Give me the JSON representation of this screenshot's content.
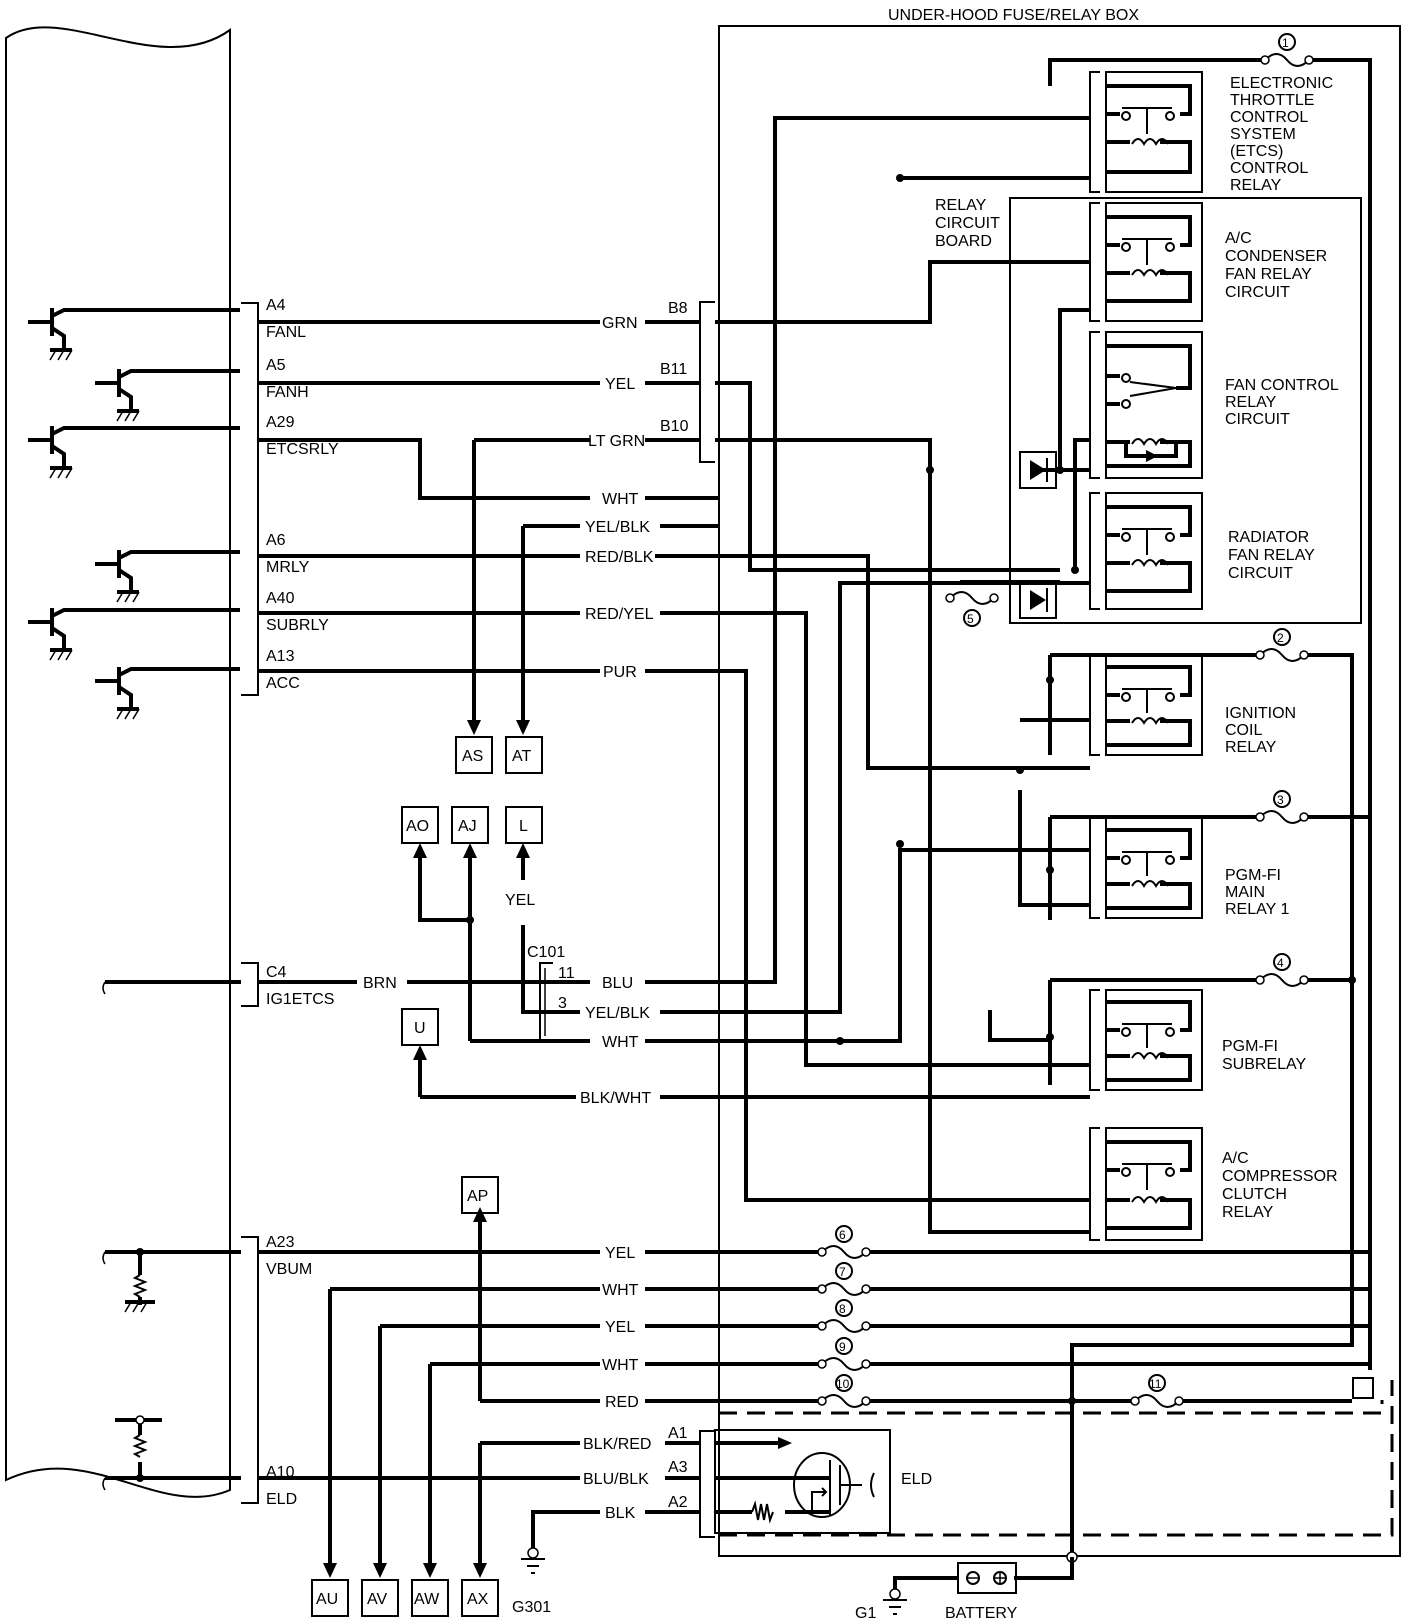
{
  "title": "UNDER-HOOD FUSE/RELAY BOX",
  "relay_circuit_board": [
    "RELAY",
    "CIRCUIT",
    "BOARD"
  ],
  "relays": [
    {
      "name": "etcs-control-relay",
      "lines": [
        "ELECTRONIC",
        "THROTTLE",
        "CONTROL",
        "SYSTEM",
        "(ETCS)",
        "CONTROL",
        "RELAY"
      ]
    },
    {
      "name": "ac-condenser-fan-relay",
      "lines": [
        "A/C",
        "CONDENSER",
        "FAN RELAY",
        "CIRCUIT"
      ]
    },
    {
      "name": "fan-control-relay",
      "lines": [
        "FAN CONTROL",
        "RELAY",
        "CIRCUIT"
      ]
    },
    {
      "name": "radiator-fan-relay",
      "lines": [
        "RADIATOR",
        "FAN RELAY",
        "CIRCUIT"
      ]
    },
    {
      "name": "ignition-coil-relay",
      "lines": [
        "IGNITION",
        "COIL",
        "RELAY"
      ]
    },
    {
      "name": "pgm-fi-main-relay-1",
      "lines": [
        "PGM-FI",
        "MAIN",
        "RELAY 1"
      ]
    },
    {
      "name": "pgm-fi-subrelay",
      "lines": [
        "PGM-FI",
        "SUBRELAY"
      ]
    },
    {
      "name": "ac-compressor-clutch-relay",
      "lines": [
        "A/C",
        "COMPRESSOR",
        "CLUTCH",
        "RELAY"
      ]
    }
  ],
  "fuses": [
    "1",
    "2",
    "3",
    "4",
    "5",
    "6",
    "7",
    "8",
    "9",
    "10",
    "11"
  ],
  "ecm_pins": [
    {
      "pin": "A4",
      "name": "FANL",
      "wire": "GRN",
      "terminal": "B8"
    },
    {
      "pin": "A5",
      "name": "FANH",
      "wire": "YEL",
      "terminal": "B11"
    },
    {
      "pin": "A29",
      "name": "ETCSRLY",
      "wire": "LT GRN",
      "terminal": "B10"
    },
    {
      "pin": "A6",
      "name": "MRLY",
      "wire": "RED/BLK"
    },
    {
      "pin": "A40",
      "name": "SUBRLY",
      "wire": "RED/YEL"
    },
    {
      "pin": "A13",
      "name": "ACC",
      "wire": "PUR"
    },
    {
      "pin": "C4",
      "name": "IG1ETCS",
      "wire": "BRN"
    },
    {
      "pin": "A23",
      "name": "VBUM",
      "wire": "YEL"
    },
    {
      "pin": "A10",
      "name": "ELD",
      "wire": "BLU/BLK",
      "terminal": "A3"
    }
  ],
  "other_wires": {
    "wht1": "WHT",
    "yelblk1": "YEL/BLK",
    "blu": "BLU",
    "yelblk2": "YEL/BLK",
    "wht2": "WHT",
    "blkwht": "BLK/WHT",
    "yel_c101": "YEL",
    "wht3": "WHT",
    "yel3": "YEL",
    "wht4": "WHT",
    "red": "RED",
    "blkred": "BLK/RED",
    "blk": "BLK"
  },
  "eld_terminals": {
    "a1": "A1",
    "a3": "A3",
    "a2": "A2"
  },
  "c101": {
    "label": "C101",
    "pin11": "11",
    "pin3": "3"
  },
  "refs": [
    "AS",
    "AT",
    "AO",
    "AJ",
    "L",
    "U",
    "AP",
    "AU",
    "AV",
    "AW",
    "AX"
  ],
  "eld_label": "ELD",
  "grounds": {
    "g301": "G301",
    "g1": "G1"
  },
  "battery": "BATTERY"
}
